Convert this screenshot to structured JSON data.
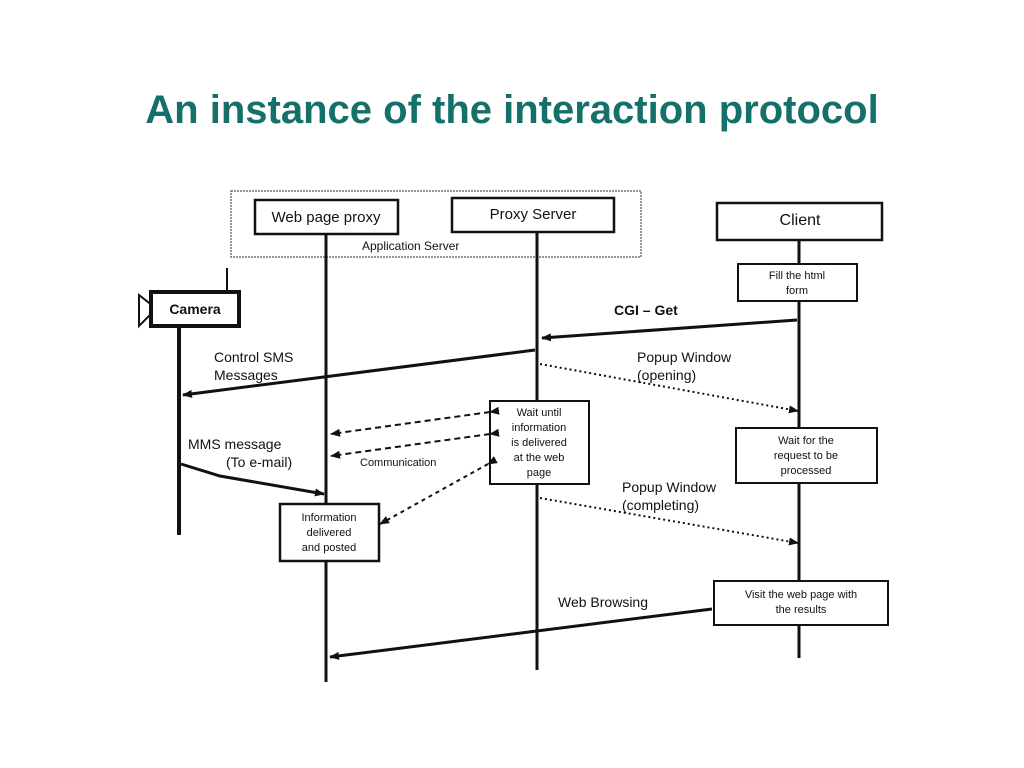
{
  "title": "An instance of the interaction protocol",
  "group": {
    "label": "Application Server"
  },
  "actors": {
    "web_page_proxy": "Web page proxy",
    "proxy_server": "Proxy Server",
    "client": "Client",
    "camera": "Camera"
  },
  "notes": {
    "fill_form": [
      "Fill the html",
      "form"
    ],
    "wait_info": [
      "Wait until",
      "information",
      "is delivered",
      "at the web",
      "page"
    ],
    "wait_request": [
      "Wait for the",
      "request to be",
      "processed"
    ],
    "info_delivered": [
      "Information",
      "delivered",
      "and posted"
    ],
    "visit_page": [
      "Visit the web page with",
      "the results"
    ]
  },
  "messages": {
    "cgi_get": "CGI – Get",
    "control_sms": [
      "Control SMS",
      "Messages"
    ],
    "popup_opening": [
      "Popup Window",
      "(opening)"
    ],
    "mms_message": [
      "MMS message",
      "(To e-mail)"
    ],
    "communication": "Communication",
    "popup_completing": [
      "Popup Window",
      "(completing)"
    ],
    "web_browsing": "Web Browsing"
  },
  "colors": {
    "title": "#16706a",
    "ink": "#111111",
    "background": "#ffffff"
  }
}
